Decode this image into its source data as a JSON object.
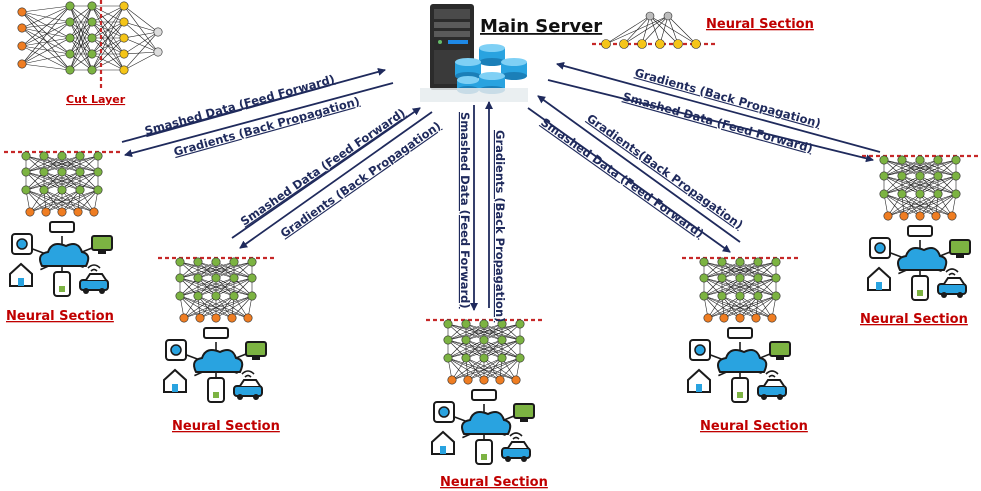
{
  "main_server_label": "Main Server",
  "cut_layer_label": "Cut Layer",
  "neural_section_label": "Neural Section",
  "smashed_label": "Smashed Data (Feed Forward)",
  "gradients_label": "Gradients (Back Propagation)",
  "gradients_label_alt": "Gradients(Back Propagation)",
  "colors": {
    "arrow": "#1f2a5c",
    "label_red": "#c00000",
    "node_green": "#7cb342",
    "node_orange": "#ef7d22",
    "node_yellow": "#f5c518",
    "cut_line": "#c62828",
    "cloud": "#29a3e0"
  }
}
